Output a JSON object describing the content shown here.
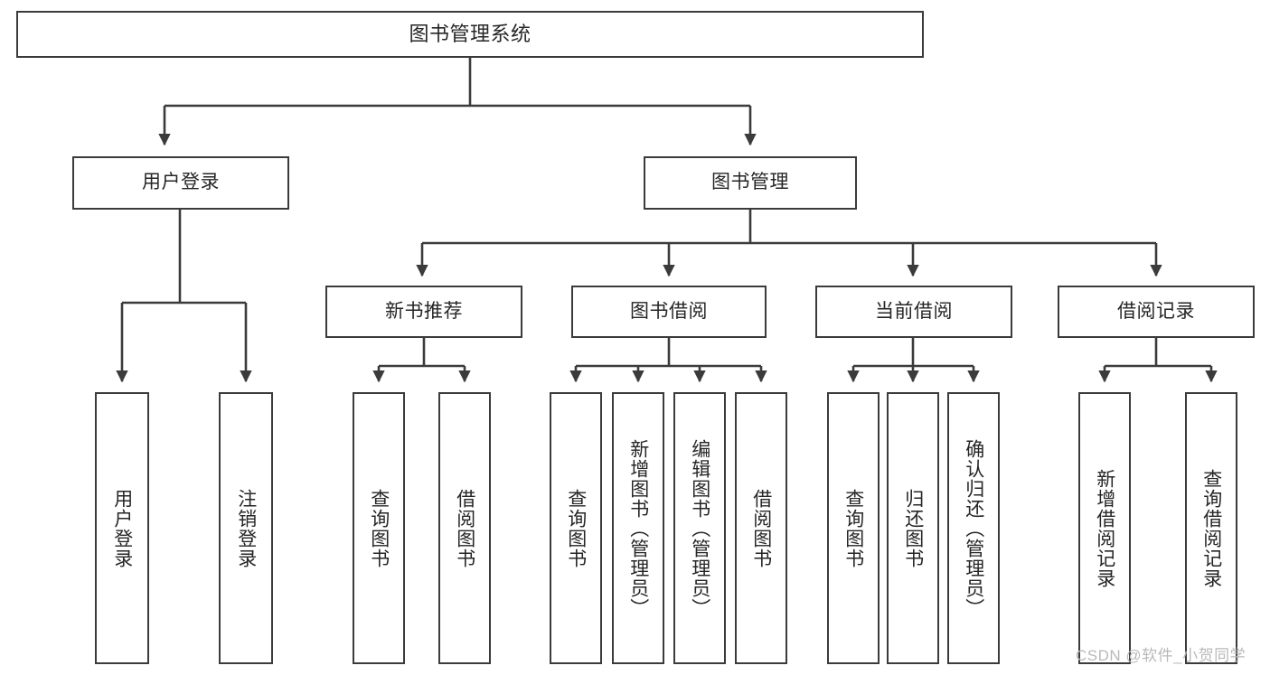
{
  "diagram": {
    "title": "图书管理系统",
    "root": {
      "label": "图书管理系统"
    },
    "level1": [
      {
        "label": "用户登录"
      },
      {
        "label": "图书管理"
      }
    ],
    "level2": [
      {
        "label": "新书推荐"
      },
      {
        "label": "图书借阅"
      },
      {
        "label": "当前借阅"
      },
      {
        "label": "借阅记录"
      }
    ],
    "leaves": {
      "user_login": [
        {
          "label": "用户登录"
        },
        {
          "label": "注销登录"
        }
      ],
      "new_book_recommend": [
        {
          "label": "查询图书"
        },
        {
          "label": "借阅图书"
        }
      ],
      "book_borrow": [
        {
          "label": "查询图书"
        },
        {
          "label": "新增图书（管理员）"
        },
        {
          "label": "编辑图书（管理员）"
        },
        {
          "label": "借阅图书"
        }
      ],
      "current_borrow": [
        {
          "label": "查询图书"
        },
        {
          "label": "归还图书"
        },
        {
          "label": "确认归还（管理员）"
        }
      ],
      "borrow_record": [
        {
          "label": "新增借阅记录"
        },
        {
          "label": "查询借阅记录"
        }
      ]
    }
  },
  "watermark": {
    "text": "CSDN @软件_小贺同学"
  },
  "colors": {
    "stroke": "#3b3b3b",
    "text": "#262626",
    "background": "#ffffff",
    "watermark": "#b9b9b9"
  }
}
